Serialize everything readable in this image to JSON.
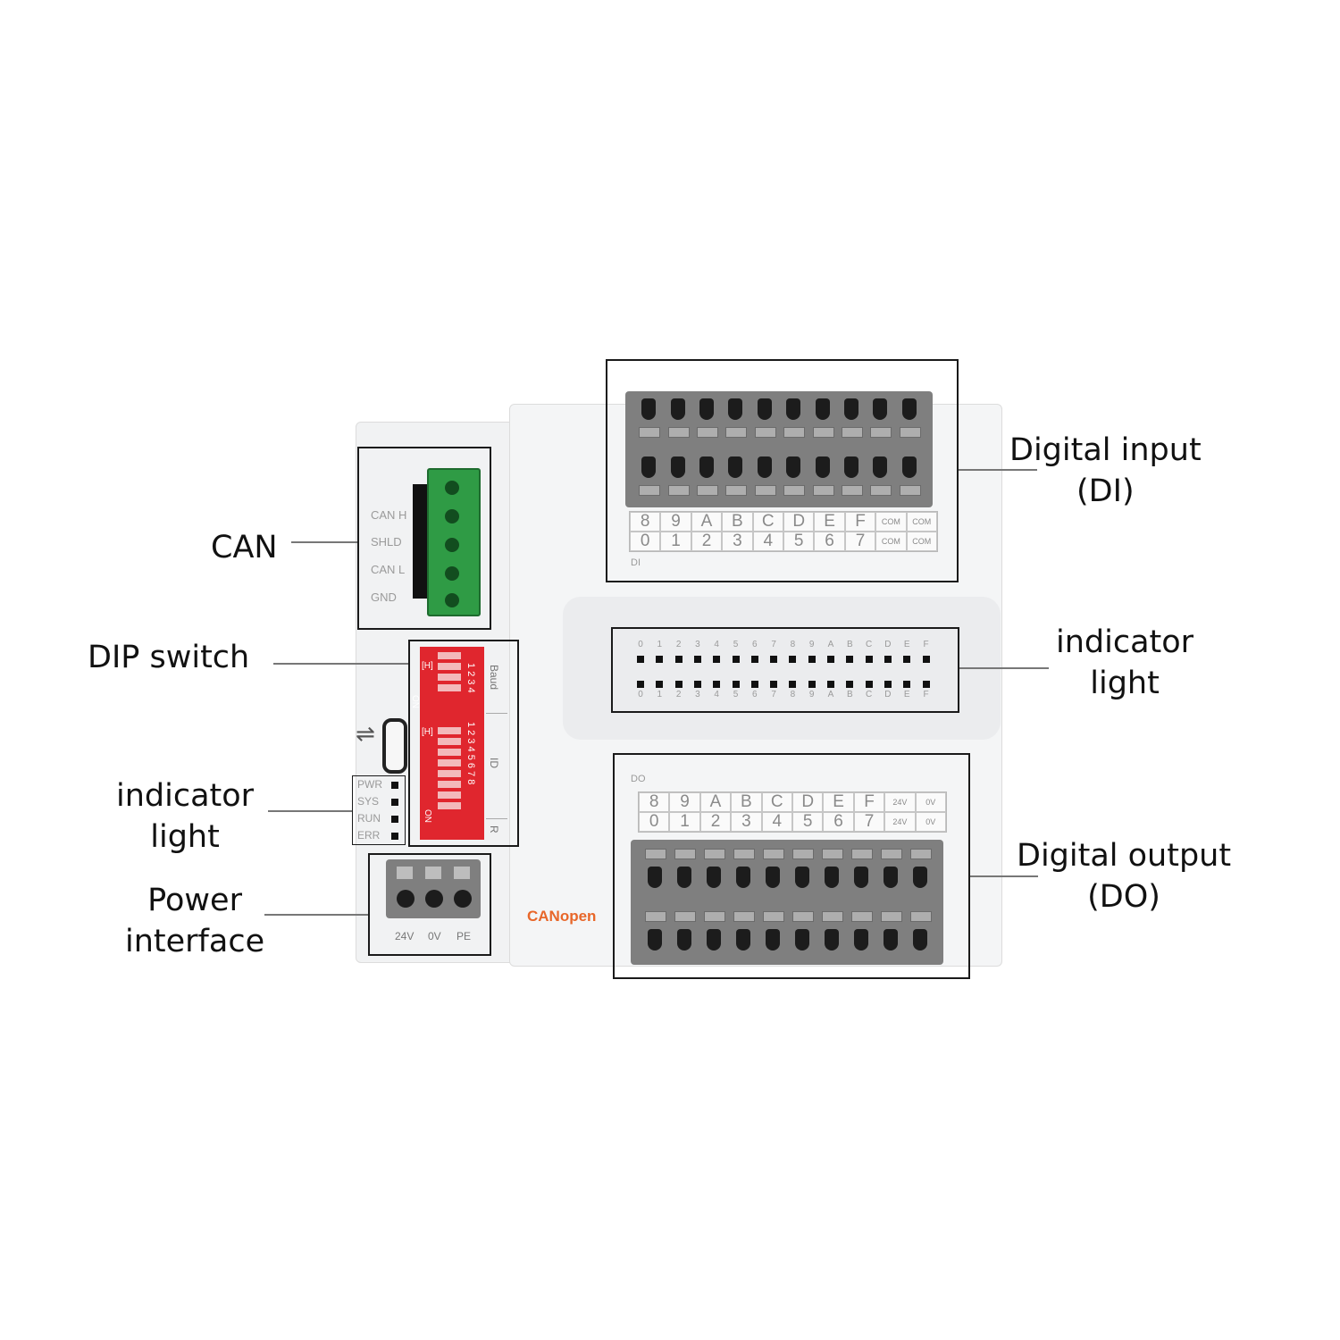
{
  "callouts": {
    "can": "CAN",
    "dip": "DIP switch",
    "indicator_left": [
      "indicator",
      "light"
    ],
    "power": [
      "Power",
      "interface"
    ],
    "di": [
      "Digital input",
      "(DI)"
    ],
    "indicator_right": [
      "indicator",
      "light"
    ],
    "do": [
      "Digital output",
      "(DO)"
    ]
  },
  "can_pins": [
    "CAN H",
    "SHLD",
    "CAN L",
    "GND"
  ],
  "status_leds": [
    "PWR",
    "SYS",
    "RUN",
    "ERR"
  ],
  "power_pins": [
    "24V",
    "0V",
    "PE"
  ],
  "brand": "CANopen",
  "dip": {
    "on_label": "ON",
    "baud_label": "Baud",
    "baud_numbers": "1 2 3 4",
    "id_label": "ID",
    "id_numbers": "1 2 3 4 5 6 7 8",
    "r_label": "R",
    "id_mark": "[H]",
    "baud_mark": "[H]"
  },
  "di": {
    "section_label": "DI",
    "top_row": [
      "8",
      "9",
      "A",
      "B",
      "C",
      "D",
      "E",
      "F",
      "COM",
      "COM"
    ],
    "bottom_row": [
      "0",
      "1",
      "2",
      "3",
      "4",
      "5",
      "6",
      "7",
      "COM",
      "COM"
    ]
  },
  "do": {
    "section_label": "DO",
    "top_row": [
      "8",
      "9",
      "A",
      "B",
      "C",
      "D",
      "E",
      "F",
      "24V",
      "0V"
    ],
    "bottom_row": [
      "0",
      "1",
      "2",
      "3",
      "4",
      "5",
      "6",
      "7",
      "24V",
      "0V"
    ]
  },
  "led_panel": {
    "top_row": [
      "0",
      "1",
      "2",
      "3",
      "4",
      "5",
      "6",
      "7",
      "8",
      "9",
      "A",
      "B",
      "C",
      "D",
      "E",
      "F"
    ],
    "bottom_row": [
      "0",
      "1",
      "2",
      "3",
      "4",
      "5",
      "6",
      "7",
      "8",
      "9",
      "A",
      "B",
      "C",
      "D",
      "E",
      "F"
    ]
  },
  "colors": {
    "terminal_green": "#2f9b45",
    "dip_red": "#e0262e",
    "brand_orange": "#e8672a",
    "terminal_gray": "#7f7f7f"
  }
}
